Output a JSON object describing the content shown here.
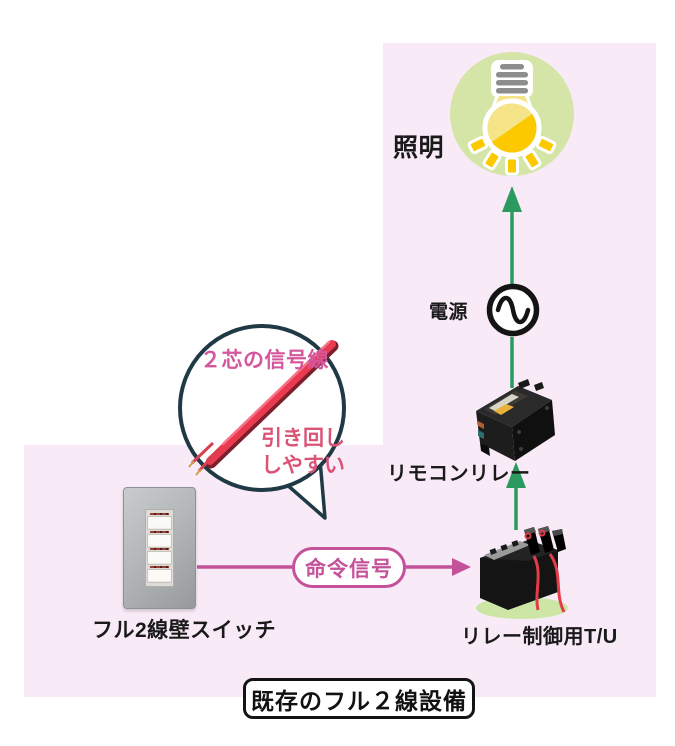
{
  "diagram": {
    "lighting_label": "照明",
    "power_label": "電源",
    "relay_label": "リモコンリレー",
    "tu_label": "リレー制御用T/U",
    "switch_label": "フル2線壁スイッチ",
    "command_signal_label": "命令信号",
    "footer_label": "既存のフル２線設備",
    "bubble": {
      "title": "２芯の信号線",
      "note_line1": "引き回し",
      "note_line2": "しやすい"
    },
    "icons": {
      "lamp": "lamp-bulb-icon",
      "power": "ac-power-source-icon",
      "relay": "remote-control-relay-image",
      "tu": "relay-control-tu-image",
      "switch": "full-2wire-wall-switch-image",
      "wire": "two-core-signal-wire-image"
    },
    "colors": {
      "zone_pink": "#f8eaf6",
      "arrow_green": "#2a9a5e",
      "arrow_pink": "#c4529a",
      "bubble_border": "#203a45",
      "bubble_title_text": "#d4569c",
      "bubble_note_text": "#da5476",
      "wire_red": "#e8334a",
      "lamp_circle_green": "#d5e5a8",
      "lamp_yellow": "#fcc800",
      "label_text": "#1a1a1a"
    }
  }
}
